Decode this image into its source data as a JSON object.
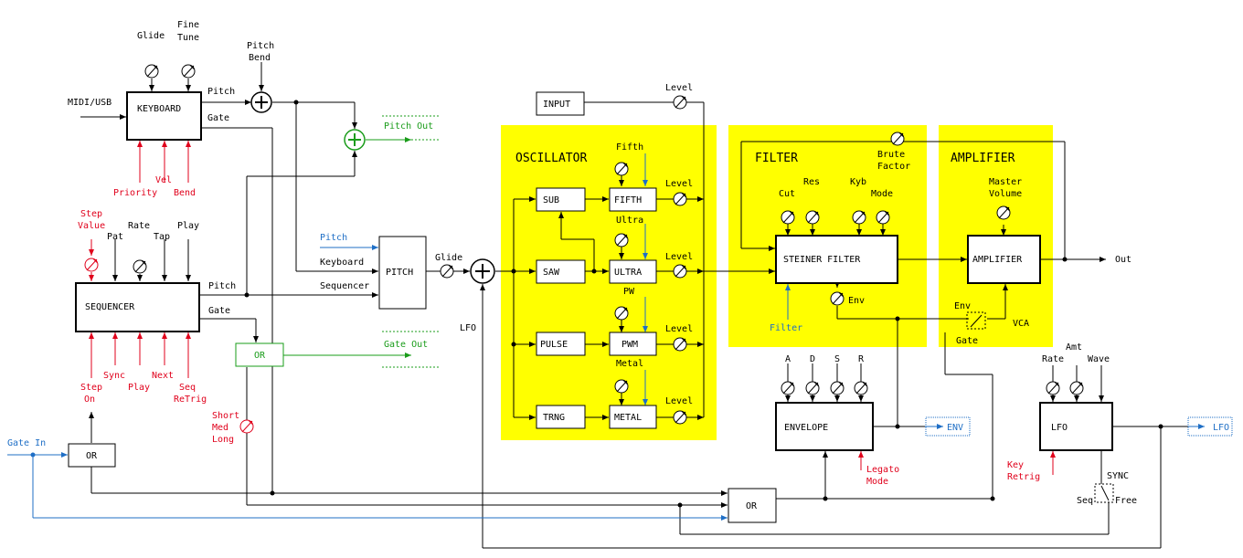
{
  "sections": {
    "oscillator": "OSCILLATOR",
    "filter": "FILTER",
    "amplifier": "AMPLIFIER"
  },
  "modules": {
    "keyboard": "KEYBOARD",
    "sequencer": "SEQUENCER",
    "pitch": "PITCH",
    "input": "INPUT",
    "sub": "SUB",
    "saw": "SAW",
    "pulse": "PULSE",
    "trng": "TRNG",
    "fifth": "FIFTH",
    "ultra": "ULTRA",
    "pwm": "PWM",
    "metal": "METAL",
    "steiner": "STEINER FILTER",
    "amp": "AMPLIFIER",
    "envelope": "ENVELOPE",
    "lfo": "LFO",
    "or_gate": "OR",
    "or_in": "OR",
    "or_main": "OR"
  },
  "labels": {
    "glide_top": "Glide",
    "fine": "Fine",
    "tune": "Tune",
    "pitch_bend_1": "Pitch",
    "pitch_bend_2": "Bend",
    "midi_usb": "MIDI/USB",
    "kb_pitch": "Pitch",
    "kb_gate": "Gate",
    "priority": "Priority",
    "vel": "Vel",
    "bend": "Bend",
    "step_value_1": "Step",
    "step_value_2": "Value",
    "pat": "Pat",
    "rate": "Rate",
    "tap": "Tap",
    "play": "Play",
    "seq_pitch": "Pitch",
    "seq_gate": "Gate",
    "step_on_1": "Step",
    "step_on_2": "On",
    "sync": "Sync",
    "play_low": "Play",
    "next": "Next",
    "seq_retrig_1": "Seq",
    "seq_retrig_2": "ReTrig",
    "short": "Short",
    "med": "Med",
    "long": "Long",
    "gate_in": "Gate In",
    "pitch_out": "Pitch Out",
    "gate_out": "Gate Out",
    "pitch_blue": "Pitch",
    "keyboard_in": "Keyboard",
    "sequencer_in": "Sequencer",
    "glide": "Glide",
    "lfo_in": "LFO",
    "level_input": "Level",
    "fifth": "Fifth",
    "ultra": "Ultra",
    "pw": "PW",
    "metal": "Metal",
    "level": "Level",
    "brute_1": "Brute",
    "brute_2": "Factor",
    "cut": "Cut",
    "res": "Res",
    "kyb": "Kyb",
    "mode": "Mode",
    "env": "Env",
    "filter_blue": "Filter",
    "master_1": "Master",
    "master_2": "Volume",
    "amp_env": "Env",
    "vca": "VCA",
    "gate": "Gate",
    "out": "Out",
    "a": "A",
    "d": "D",
    "s": "S",
    "r": "R",
    "env_out": "ENV",
    "legato_1": "Legato",
    "legato_2": "Mode",
    "lfo_rate": "Rate",
    "amt": "Amt",
    "wave": "Wave",
    "lfo_out": "LFO",
    "key_retrig_1": "Key",
    "key_retrig_2": "Retrig",
    "sync_sw": "SYNC",
    "seq_sw": "Seq",
    "free_sw": "Free"
  },
  "colors": {
    "section": "#ffff00",
    "red": "#e0001b",
    "blue": "#1f6fc6",
    "green": "#1a9c1a"
  }
}
